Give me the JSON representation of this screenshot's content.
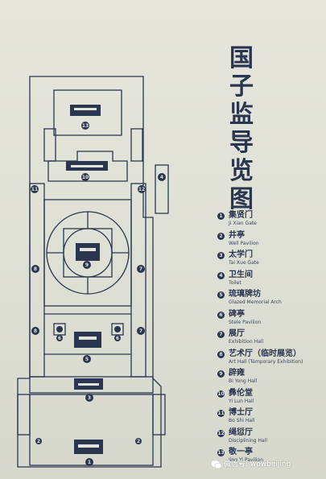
{
  "title": {
    "chars": [
      "国",
      "子",
      "监",
      "导",
      "览",
      "图"
    ]
  },
  "markers": [
    "1",
    "2",
    "3",
    "4",
    "5",
    "6",
    "7",
    "8",
    "9",
    "10",
    "11",
    "12",
    "13"
  ],
  "legend": [
    {
      "num": "1",
      "zh": "集贤门",
      "en": "Ji Xian Gate"
    },
    {
      "num": "2",
      "zh": "井亭",
      "en": "Well Pavilion"
    },
    {
      "num": "3",
      "zh": "太学门",
      "en": "Tai Xue Gate"
    },
    {
      "num": "4",
      "zh": "卫生间",
      "en": "Toilet"
    },
    {
      "num": "5",
      "zh": "琉璃牌坊",
      "en": "Glazed Memorial Arch"
    },
    {
      "num": "6",
      "zh": "碑亭",
      "en": "Stele Pavilion"
    },
    {
      "num": "7",
      "zh": "展厅",
      "en": "Exhibition Hall"
    },
    {
      "num": "8",
      "zh": "艺术厅（临时展览）",
      "en": "Art Hall (Temporary Exhibition)"
    },
    {
      "num": "9",
      "zh": "辟雍",
      "en": "Bi Yong Hall"
    },
    {
      "num": "10",
      "zh": "彝伦堂",
      "en": "Yi Lun Hall"
    },
    {
      "num": "11",
      "zh": "博士厅",
      "en": "Bo Shi Hall"
    },
    {
      "num": "12",
      "zh": "绳愆厅",
      "en": "Disciplining Hall"
    },
    {
      "num": "13",
      "zh": "敬一亭",
      "en": "Jing Yi Pavilion"
    }
  ],
  "watermark": {
    "text": "微信号: wowbeijing"
  },
  "colors": {
    "ink": "#2a3650",
    "board": "#e3e3d9"
  }
}
